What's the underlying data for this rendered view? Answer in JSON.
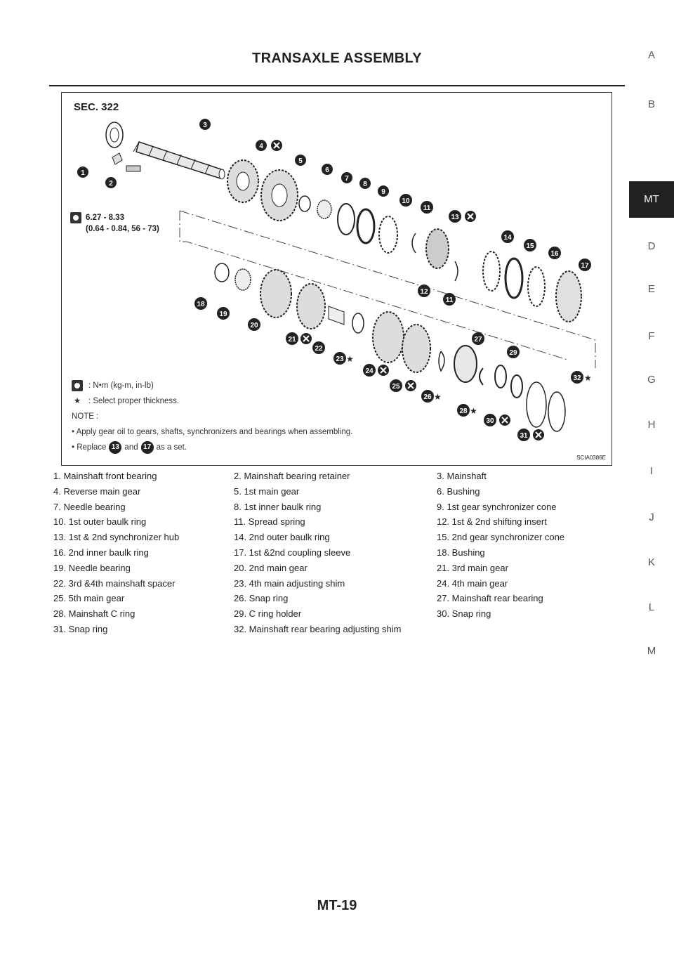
{
  "header": {
    "title": "TRANSAXLE ASSEMBLY"
  },
  "side_index": [
    "A",
    "B",
    "MT",
    "D",
    "E",
    "F",
    "G",
    "H",
    "I",
    "J",
    "K",
    "L",
    "M"
  ],
  "side_index_active": "MT",
  "diagram": {
    "section": "SEC. 322",
    "torque_line1": "6.27 - 8.33",
    "torque_line2": "(0.64 - 0.84, 56 - 73)",
    "legend_unit": ": N•m (kg-m, in-lb)",
    "legend_thickness": ": Select proper thickness.",
    "note_heading": "NOTE :",
    "note_1": "• Apply gear oil to gears, shafts, synchronizers and bearings when assembling.",
    "note_2_prefix": "• Replace",
    "note_2_part_a": "13",
    "note_2_mid": "and",
    "note_2_part_b": "17",
    "note_2_suffix": "as a set.",
    "ref_code": "SCIA0386E",
    "callouts": [
      "1",
      "2",
      "3",
      "4",
      "5",
      "6",
      "7",
      "8",
      "9",
      "10",
      "11",
      "12",
      "13",
      "14",
      "15",
      "16",
      "17",
      "18",
      "19",
      "20",
      "21",
      "22",
      "23",
      "24",
      "25",
      "26",
      "27",
      "28",
      "29",
      "30",
      "31",
      "32",
      "11"
    ]
  },
  "parts": [
    [
      "1. Mainshaft front bearing",
      "2. Mainshaft bearing retainer",
      "3. Mainshaft"
    ],
    [
      "4. Reverse main gear",
      "5. 1st main gear",
      "6. Bushing"
    ],
    [
      "7. Needle bearing",
      "8. 1st inner baulk ring",
      "9. 1st gear synchronizer cone"
    ],
    [
      "10. 1st outer baulk ring",
      "11. Spread spring",
      "12. 1st & 2nd shifting insert"
    ],
    [
      "13. 1st & 2nd synchronizer hub",
      "14. 2nd outer baulk ring",
      "15. 2nd gear synchronizer cone"
    ],
    [
      "16. 2nd inner baulk ring",
      "17. 1st &2nd coupling sleeve",
      "18. Bushing"
    ],
    [
      "19. Needle bearing",
      "20. 2nd main gear",
      "21. 3rd main gear"
    ],
    [
      "22. 3rd &4th mainshaft spacer",
      "23. 4th main adjusting shim",
      "24. 4th main gear"
    ],
    [
      "25. 5th main gear",
      "26. Snap ring",
      "27. Mainshaft rear bearing"
    ],
    [
      "28. Mainshaft C ring",
      "29. C ring holder",
      "30. Snap ring"
    ],
    [
      "31. Snap ring",
      "32. Mainshaft rear bearing adjusting shim",
      ""
    ]
  ],
  "footer": {
    "page_number": "MT-19"
  }
}
